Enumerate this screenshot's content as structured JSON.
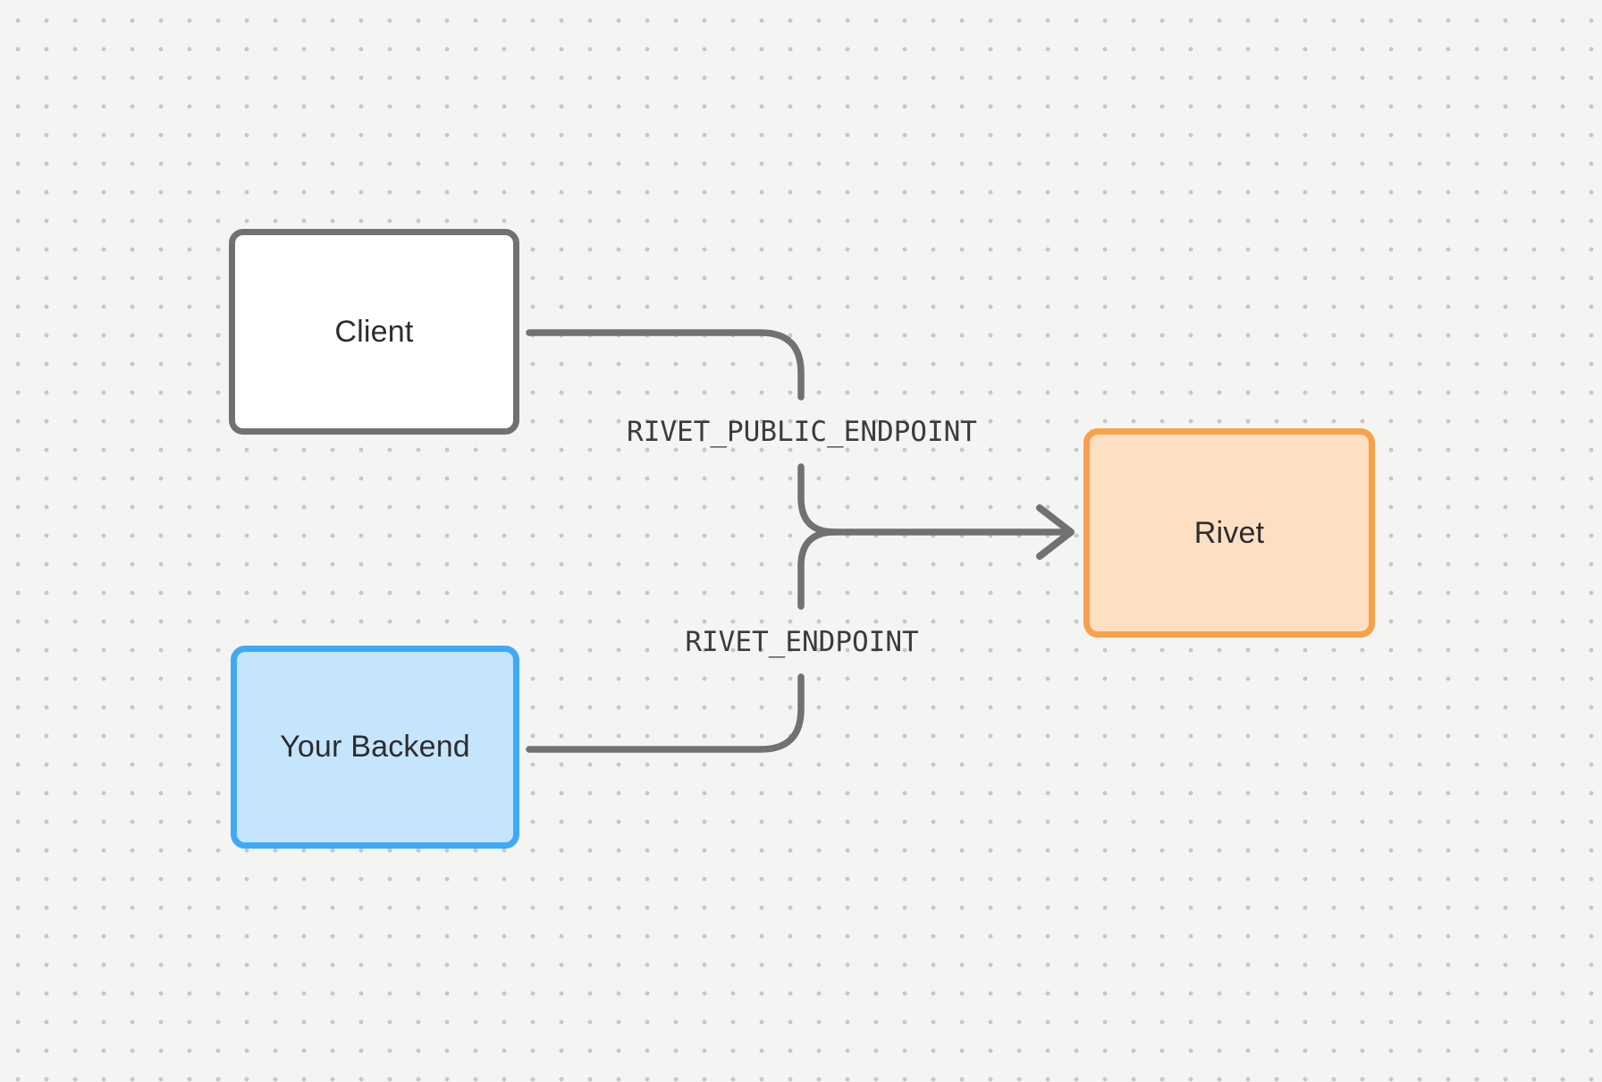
{
  "diagram": {
    "background": {
      "color": "#f4f4f2",
      "dot_color": "#c7c7c5"
    },
    "connector_color": "#717171",
    "nodes": [
      {
        "id": "client",
        "label": "Client",
        "fill": "#ffffff",
        "border_color": "#717171",
        "text_color": "#2d2d30"
      },
      {
        "id": "your-backend",
        "label": "Your Backend",
        "fill": "#c5e5fc",
        "border_color": "#3fa9f8",
        "text_color": "#2d2d30"
      },
      {
        "id": "rivet",
        "label": "Rivet",
        "fill": "#fde0c3",
        "border_color": "#f9a14a",
        "text_color": "#2d2d30"
      }
    ],
    "edges": [
      {
        "from": "Client",
        "to": "Rivet",
        "label": "RIVET_PUBLIC_ENDPOINT"
      },
      {
        "from": "Your Backend",
        "to": "Rivet",
        "label": "RIVET_ENDPOINT"
      }
    ]
  }
}
